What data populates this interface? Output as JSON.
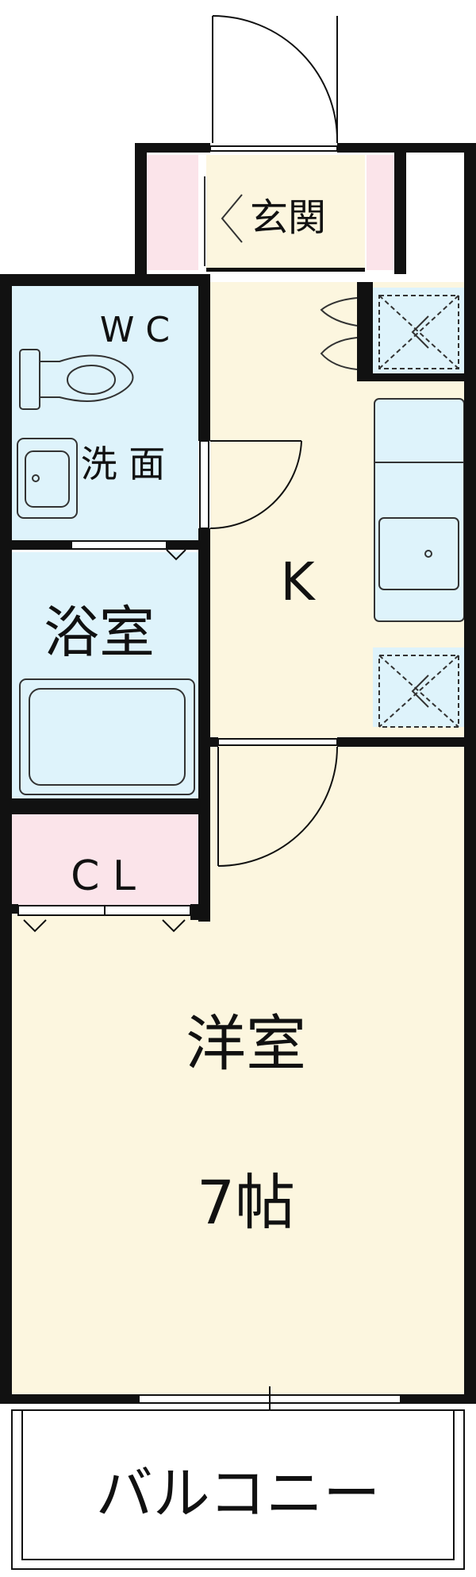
{
  "rooms": {
    "entrance": "玄関",
    "wc": "W C",
    "washroom": "洗 面",
    "bath": "浴室",
    "kitchen": "K",
    "closet": "C L",
    "western_room": "洋室",
    "size": "7帖",
    "balcony": "バルコニー"
  },
  "colors": {
    "wall": "#111111",
    "floor": "#fcf6df",
    "water": "#def3fb",
    "storage": "#fbe4ea",
    "balcony": "#ffffff",
    "fixture_line": "#333333"
  }
}
